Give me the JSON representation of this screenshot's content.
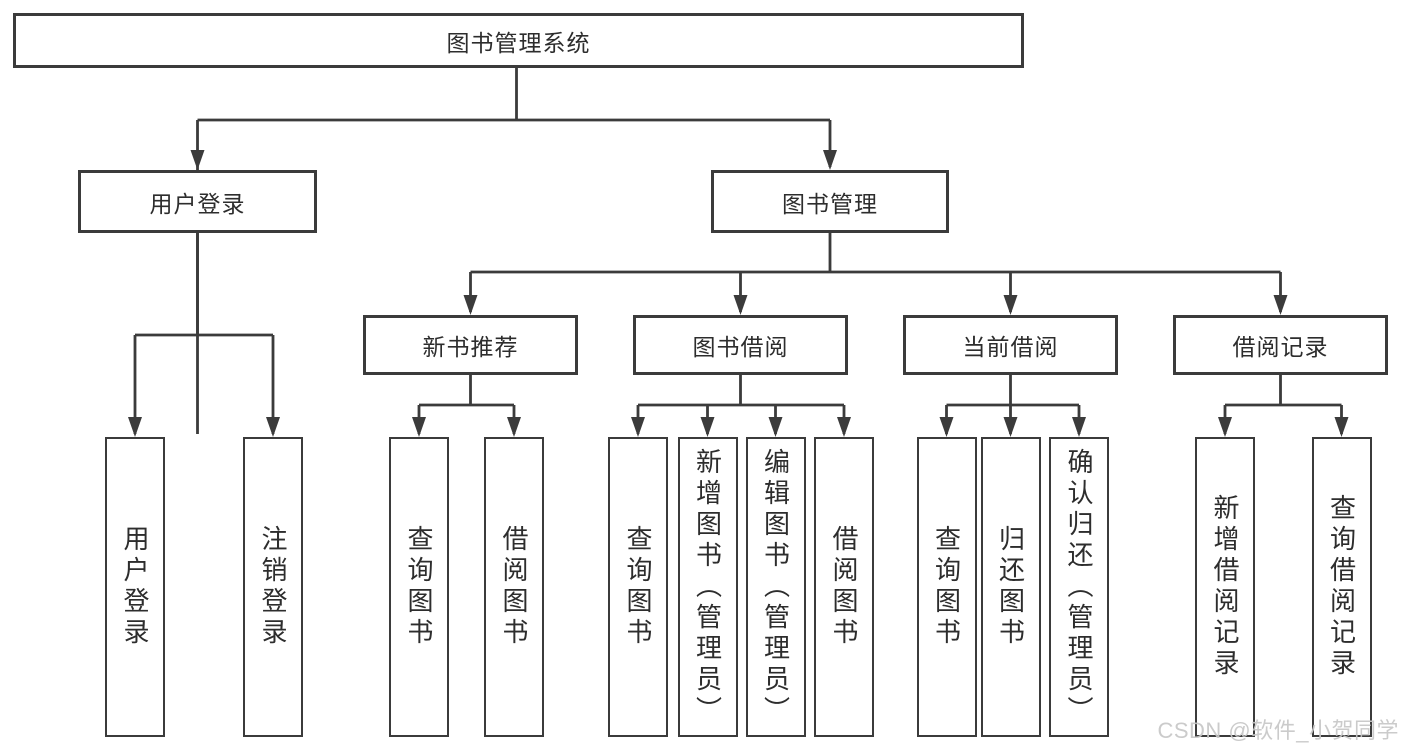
{
  "diagram": {
    "root": {
      "label": "图书管理系统"
    },
    "branches": [
      {
        "label": "用户登录",
        "children": [
          "用户登录",
          "注销登录"
        ]
      },
      {
        "label": "图书管理",
        "modules": [
          {
            "label": "新书推荐",
            "children": [
              "查询图书",
              "借阅图书"
            ]
          },
          {
            "label": "图书借阅",
            "children": [
              "查询图书",
              "新增图书（管理员）",
              "编辑图书（管理员）",
              "借阅图书"
            ]
          },
          {
            "label": "当前借阅",
            "children": [
              "查询图书",
              "归还图书",
              "确认归还（管理员）"
            ]
          },
          {
            "label": "借阅记录",
            "children": [
              "新增借阅记录",
              "查询借阅记录"
            ]
          }
        ]
      }
    ]
  },
  "watermark": {
    "text": "CSDN @软件_小贺同学"
  },
  "colors": {
    "line": "#3b3b3b",
    "text": "#2d2d2d",
    "box_fill": "#ffffff",
    "background": "#ffffff",
    "watermark": "#c7c7c7"
  }
}
